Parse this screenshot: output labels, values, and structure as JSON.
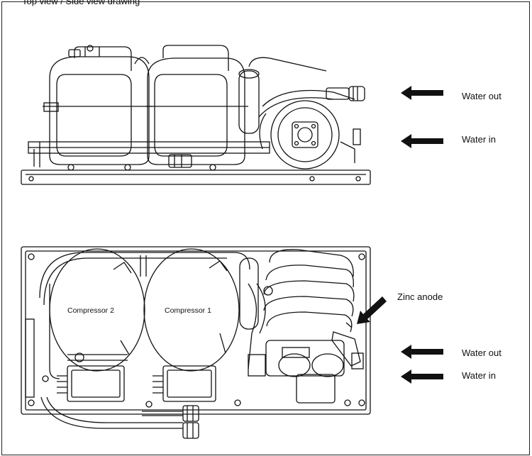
{
  "header_text_fragment": "Top view / Side view drawing",
  "side_view": {
    "labels": {
      "water_out": "Water out",
      "water_in": "Water in"
    }
  },
  "top_view": {
    "labels": {
      "compressor_2": "Compressor 2",
      "compressor_1": "Compressor 1",
      "zinc_anode": "Zinc anode",
      "water_out": "Water out",
      "water_in": "Water in"
    }
  },
  "colors": {
    "line": "#111111",
    "background": "#ffffff"
  }
}
